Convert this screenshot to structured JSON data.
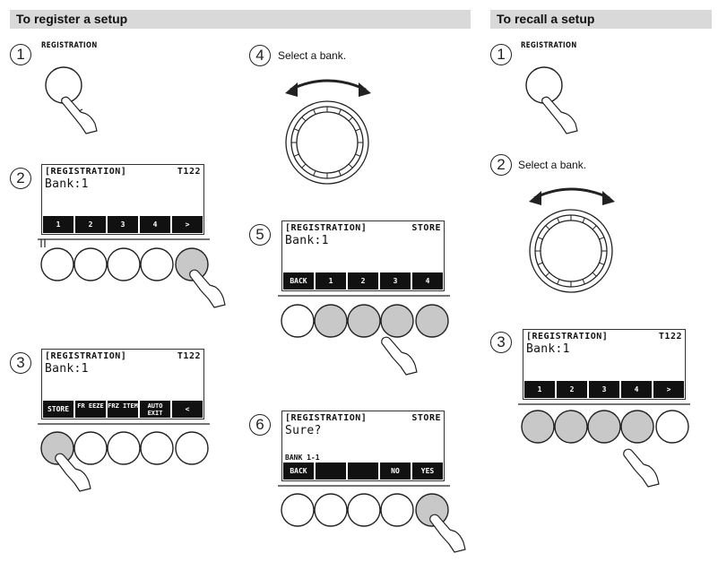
{
  "sections": {
    "register": {
      "title": "To register a setup"
    },
    "recall": {
      "title": "To recall a setup"
    }
  },
  "register": {
    "step1": {
      "num": "1",
      "label": "REGISTRATION"
    },
    "step2": {
      "num": "2",
      "screen": {
        "line1": "[REGISTRATION]",
        "line1_right": "T122",
        "line2": "Bank:1",
        "keys": [
          "1",
          "2",
          "3",
          "4",
          ">"
        ]
      }
    },
    "step3": {
      "num": "3",
      "screen": {
        "line1": "[REGISTRATION]",
        "line1_right": "T122",
        "line2": "Bank:1",
        "keys": [
          "STORE",
          "FR EEZE",
          "FRZ ITEM",
          "AUTO EXIT",
          "<"
        ]
      }
    },
    "step4": {
      "num": "4",
      "text": "Select a bank."
    },
    "step5": {
      "num": "5",
      "screen": {
        "line1": "[REGISTRATION]",
        "line1_right": "STORE",
        "line2": "Bank:1",
        "keys": [
          "BACK",
          "1",
          "2",
          "3",
          "4"
        ]
      }
    },
    "step6": {
      "num": "6",
      "screen": {
        "line1": "[REGISTRATION]",
        "line1_right": "STORE",
        "line2": "Sure?",
        "line3": "BANK 1-1",
        "keys": [
          "BACK",
          "",
          "",
          "NO",
          "YES"
        ]
      }
    }
  },
  "recall": {
    "step1": {
      "num": "1",
      "label": "REGISTRATION"
    },
    "step2": {
      "num": "2",
      "text": "Select a bank."
    },
    "step3": {
      "num": "3",
      "screen": {
        "line1": "[REGISTRATION]",
        "line1_right": "T122",
        "line2": "Bank:1",
        "keys": [
          "1",
          "2",
          "3",
          "4",
          ">"
        ]
      }
    }
  },
  "colors": {
    "header_bg": "#d9d9d9",
    "button_pressed": "#c8c8c8",
    "lcd_bar": "#111111"
  }
}
